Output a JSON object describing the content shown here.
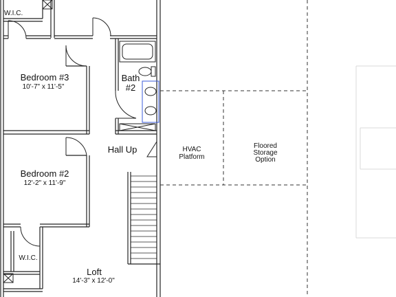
{
  "rooms": {
    "wic_top": {
      "name": "W.I.C."
    },
    "bedroom3": {
      "name": "Bedroom #3",
      "dims": "10'-7\" x 11'-5\""
    },
    "bath2": {
      "name_line1": "Bath",
      "name_line2": "#2"
    },
    "hall": {
      "name": "Hall Up"
    },
    "hvac": {
      "name_line1": "HVAC",
      "name_line2": "Platform"
    },
    "storage": {
      "name_line1": "Floored",
      "name_line2": "Storage",
      "name_line3": "Option"
    },
    "bedroom2": {
      "name": "Bedroom #2",
      "dims": "12'-2\" x 11'-9\""
    },
    "wic_bottom": {
      "name": "W.I.C."
    },
    "loft": {
      "name": "Loft",
      "dims": "14'-3\" x 12'-0\""
    }
  }
}
